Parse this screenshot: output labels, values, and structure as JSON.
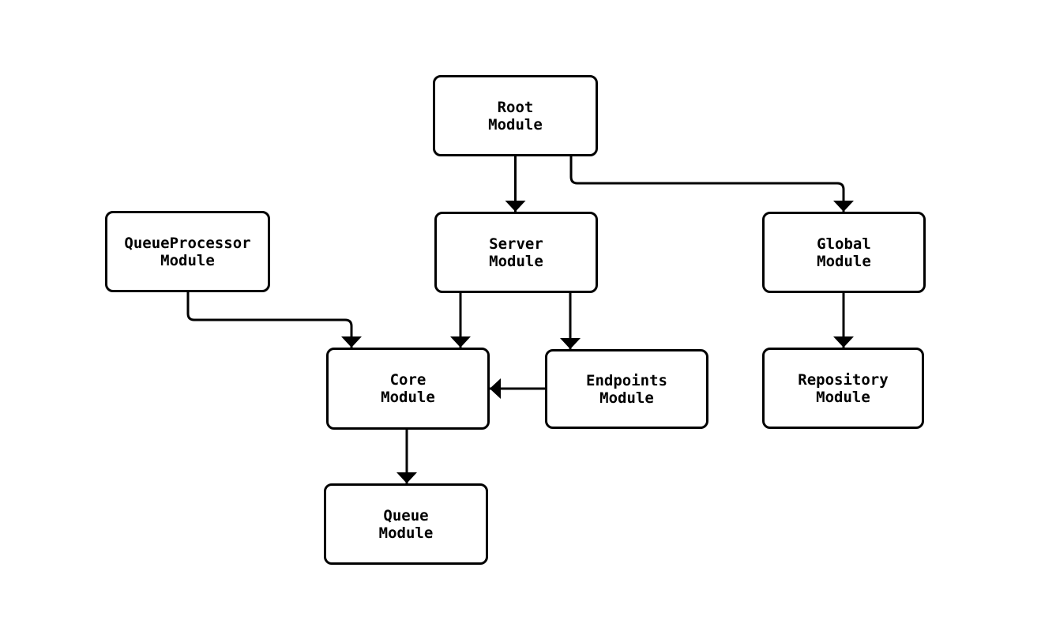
{
  "diagram": {
    "type": "flowchart",
    "direction": "top-down",
    "background_color": "#ffffff",
    "node_fill_color": "#ffffff",
    "node_border_color": "#000000",
    "edge_color": "#000000",
    "text_color": "#000000",
    "nodes": [
      {
        "id": "root",
        "label": "Root\nModule"
      },
      {
        "id": "queueprocessor",
        "label": "QueueProcessor\nModule"
      },
      {
        "id": "server",
        "label": "Server\nModule"
      },
      {
        "id": "global",
        "label": "Global\nModule"
      },
      {
        "id": "core",
        "label": "Core\nModule"
      },
      {
        "id": "endpoints",
        "label": "Endpoints\nModule"
      },
      {
        "id": "repository",
        "label": "Repository\nModule"
      },
      {
        "id": "queue",
        "label": "Queue\nModule"
      }
    ],
    "edges": [
      {
        "from": "root",
        "to": "server"
      },
      {
        "from": "root",
        "to": "global"
      },
      {
        "from": "queueprocessor",
        "to": "core"
      },
      {
        "from": "server",
        "to": "core"
      },
      {
        "from": "server",
        "to": "endpoints"
      },
      {
        "from": "endpoints",
        "to": "core"
      },
      {
        "from": "global",
        "to": "repository"
      },
      {
        "from": "core",
        "to": "queue"
      }
    ]
  }
}
